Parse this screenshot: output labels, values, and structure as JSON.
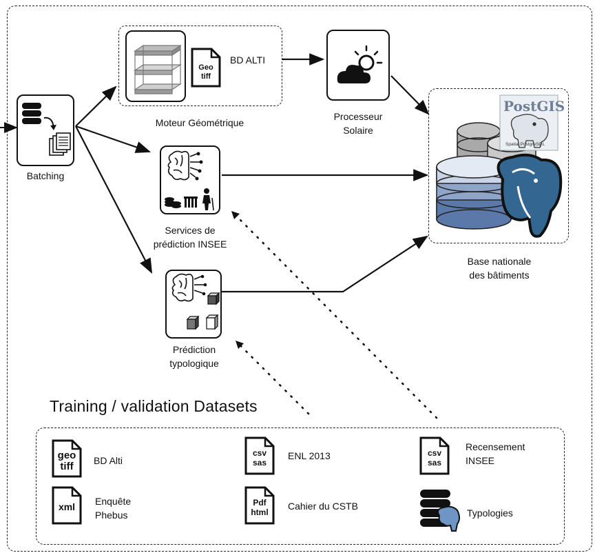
{
  "nodes": {
    "batching": "Batching",
    "moteur": "Moteur Géométrique",
    "bd_alti_top": "BD ALTI",
    "geotiff_top": [
      "Geo",
      "tiff"
    ],
    "processeur_l1": "Processeur",
    "processeur_l2": "Solaire",
    "services_l1": "Services de",
    "services_l2": "prédiction INSEE",
    "prediction_l1": "Prédiction",
    "prediction_l2": "typologique",
    "base_l1": "Base nationale",
    "base_l2": "des bâtiments",
    "postgis_logo": "PostGIS",
    "postgis_sub": "Spatial PostgreSQL"
  },
  "datasets": {
    "title": "Training / validation Datasets",
    "items": [
      {
        "icon": [
          "geo",
          "tiff"
        ],
        "label": "BD Alti"
      },
      {
        "icon": [
          "csv",
          "sas"
        ],
        "label": "ENL 2013"
      },
      {
        "icon": [
          "csv",
          "sas"
        ],
        "label_l1": "Recensement",
        "label_l2": "INSEE"
      },
      {
        "icon": [
          "xml"
        ],
        "label_l1": "Enquête",
        "label_l2": "Phebus"
      },
      {
        "icon": [
          "Pdf",
          "html"
        ],
        "label": "Cahier du CSTB"
      },
      {
        "icon": [
          "database-elephant"
        ],
        "label": "Typologies"
      }
    ]
  },
  "colors": {
    "line": "#111111",
    "db_blue_dark": "#5a78a8",
    "db_blue_mid": "#8ea4c8",
    "db_blue_light": "#c9d4e6",
    "db_grey": "#a9a9a9"
  }
}
